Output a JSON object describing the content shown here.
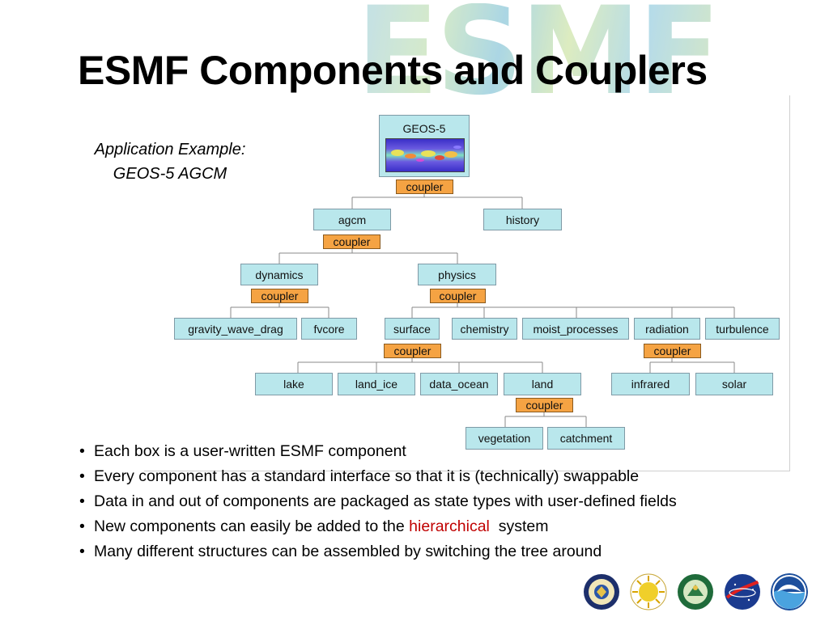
{
  "watermark": "ESMF",
  "title": "ESMF Components and Couplers",
  "app_example": {
    "line1": "Application Example:",
    "line2": "GEOS-5 AGCM"
  },
  "diagram": {
    "root": "GEOS-5",
    "coupler_label": "coupler",
    "nodes": {
      "agcm": "agcm",
      "history": "history",
      "dynamics": "dynamics",
      "physics": "physics",
      "gravity_wave_drag": "gravity_wave_drag",
      "fvcore": "fvcore",
      "surface": "surface",
      "chemistry": "chemistry",
      "moist_processes": "moist_processes",
      "radiation": "radiation",
      "turbulence": "turbulence",
      "lake": "lake",
      "land_ice": "land_ice",
      "data_ocean": "data_ocean",
      "land": "land",
      "infrared": "infrared",
      "solar": "solar",
      "vegetation": "vegetation",
      "catchment": "catchment"
    }
  },
  "bullets": [
    "Each box is a user-written ESMF component",
    "Every component has a standard interface so that it is (technically) swappable",
    "Data in and out of components are packaged as state types with user-defined fields",
    {
      "before": "New components can easily be added to the ",
      "highlight": "hierarchical",
      "after": "  system"
    },
    "Many different structures can be assembled by switching the tree around"
  ],
  "bullet_char": "•",
  "colors": {
    "component": "#b9e7ec",
    "coupler": "#f5a343",
    "highlight": "#c00000"
  },
  "logos": [
    "dod-seal-icon",
    "nsf-logo-icon",
    "doe-seal-icon",
    "nasa-logo-icon",
    "noaa-logo-icon"
  ]
}
